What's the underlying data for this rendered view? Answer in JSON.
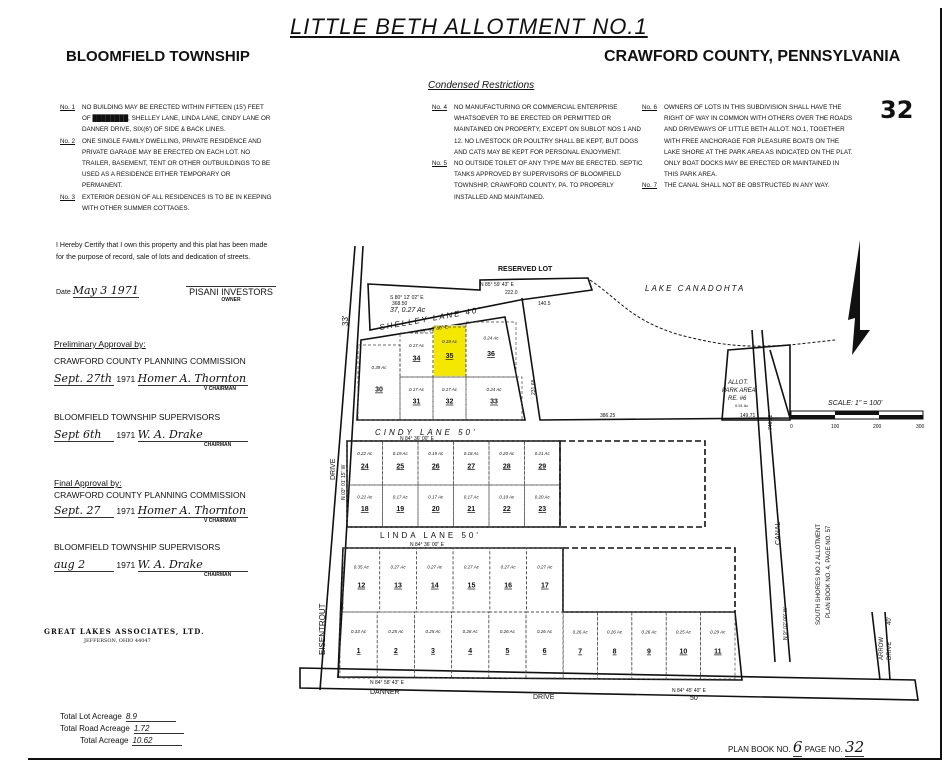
{
  "header": {
    "title": "LITTLE BETH ALLOTMENT NO.1",
    "township": "BLOOMFIELD TOWNSHIP",
    "county": "CRAWFORD COUNTY, PENNSYLVANIA",
    "sheet_number": "32"
  },
  "restrictions": {
    "heading": "Condensed Restrictions",
    "items": [
      {
        "no": "No. 1",
        "text": "NO BUILDING MAY BE ERECTED WITHIN FIFTEEN (15') FEET OF ████████, SHELLEY LANE, LINDA LANE, CINDY LANE OR DANNER DRIVE, SIX(6') OF SIDE & BACK LINES."
      },
      {
        "no": "No. 2",
        "text": "ONE SINGLE FAMILY DWELLING, PRIVATE RESIDENCE AND PRIVATE GARAGE MAY BE ERECTED ON EACH LOT. NO TRAILER, BASEMENT, TENT OR OTHER OUTBUILDINGS TO BE USED AS A RESIDENCE EITHER TEMPORARY OR PERMANENT."
      },
      {
        "no": "No. 3",
        "text": "EXTERIOR DESIGN OF ALL RESIDENCES IS TO BE IN KEEPING WITH OTHER SUMMER COTTAGES."
      },
      {
        "no": "No. 4",
        "text": "NO MANUFACTURING OR COMMERCIAL ENTERPRISE WHATSOEVER TO BE ERECTED OR PERMITTED OR MAINTAINED ON PROPERTY, EXCEPT ON SUBLOT NOS 1 AND 12. NO LIVESTOCK OR POULTRY SHALL BE KEPT, BUT DOGS AND CATS MAY BE KEPT FOR PERSONAL ENJOYMENT."
      },
      {
        "no": "No. 5",
        "text": "NO OUTSIDE TOILET OF ANY TYPE MAY BE ERECTED. SEPTIC TANKS APPROVED BY SUPERVISORS OF BLOOMFIELD TOWNSHIP, CRAWFORD COUNTY, PA. TO PROPERLY INSTALLED AND MAINTAINED."
      },
      {
        "no": "No. 6",
        "text": "OWNERS OF LOTS IN THIS SUBDIVISION SHALL HAVE THE RIGHT OF WAY IN COMMON WITH OTHERS OVER THE ROADS AND DRIVEWAYS OF LITTLE BETH ALLOT. NO.1, TOGETHER WITH FREE ANCHORAGE FOR PLEASURE BOATS ON THE LAKE SHORE AT THE PARK AREA AS INDICATED ON THE PLAT. ONLY BOAT DOCKS MAY BE ERECTED OR MAINTAINED IN THIS PARK AREA."
      },
      {
        "no": "No. 7",
        "text": "THE CANAL SHALL NOT BE OBSTRUCTED IN ANY WAY."
      }
    ]
  },
  "certification": {
    "text1": "I Hereby Certify that I own this property and this plat has been made",
    "text2": "for the purpose of record, sale of lots and dedication of streets.",
    "date_label": "Date",
    "date": "May 3 1971",
    "owner": "PISANI INVESTORS",
    "owner_label": "OWNER"
  },
  "approvals": {
    "preliminary_label": "Preliminary Approval by:",
    "final_label": "Final Approval by:",
    "entries": [
      {
        "body": "CRAWFORD COUNTY PLANNING COMMISSION",
        "date": "Sept. 27th",
        "year": "1971",
        "signature": "Homer A. Thornton",
        "role": "V CHAIRMAN"
      },
      {
        "body": "BLOOMFIELD TOWNSHIP SUPERVISORS",
        "date": "Sept 6th",
        "year": "1971",
        "signature": "W. A. Drake",
        "role": "CHAIRMAN"
      },
      {
        "body": "CRAWFORD COUNTY PLANNING COMMISSION",
        "date": "Sept. 27",
        "year": "1971",
        "signature": "Homer A. Thornton",
        "role": "V CHAIRMAN"
      },
      {
        "body": "BLOOMFIELD TOWNSHIP SUPERVISORS",
        "date": "aug 2",
        "year": "1971",
        "signature": "W. A. Drake",
        "role": "CHAIRMAN"
      }
    ]
  },
  "surveyor": {
    "name": "GREAT LAKES ASSOCIATES, LTD.",
    "address": "JEFFERSON, OHIO 44047"
  },
  "acreage": {
    "lot_label": "Total Lot Acreage",
    "lot": "8.9",
    "road_label": "Total Road Acreage",
    "road": "1.72",
    "total_label": "Total Acreage",
    "total": "10.62"
  },
  "plan_book": {
    "label": "PLAN BOOK NO.",
    "book": "6",
    "page_label": "PAGE NO.",
    "page": "32"
  },
  "scale": {
    "label": "SCALE: 1\" = 100'",
    "ticks": [
      "0",
      "100",
      "200",
      "300"
    ]
  },
  "map": {
    "highlight_color": "#f5e800",
    "highlighted_lot": "35",
    "labels": {
      "reserved_lot": "RESERVED LOT",
      "lake": "LAKE CANADOHTA",
      "shelley": "SHELLEY LANE 40'",
      "shelley_bearing": "N 76° 05' 40\" E",
      "cindy": "CINDY LANE 50'",
      "cindy_bearing": "N 84° 36' 00\" E",
      "linda": "LINDA LANE 50'",
      "linda_bearing": "N 84° 36' 00\" E",
      "danner": "DANNER",
      "drive": "DRIVE",
      "danner_width": "50'",
      "danner_bearing1": "N 84° 58' 43\" E",
      "danner_bearing2": "N 84° 45' 40\" E",
      "eisentrout": "EISENTROUT",
      "eisentrout_drive": "DRIVE",
      "eisentrout_bearing": "N 03° 01' 15\" W",
      "width_33": "33'",
      "canal": "CANAL",
      "canal_length": "746.02",
      "canal_bearing": "N 9° 02' 00\" W",
      "park1": "ALLOT.",
      "park2": "PARK AREA",
      "park3": "RE. #6",
      "park4": "0.51 Ac",
      "park_dim": "149.71",
      "arrow": "ARROW",
      "arrow_drive": "DRIVE",
      "arrow_width": "40'",
      "south_shores1": "SOUTH SHORES NO 2 ALLOTMENT",
      "south_shores2": "PLAN BOOK NO. 4, PAGE NO. 57",
      "reserved_bearing": "N 85° 59' 43\" E",
      "reserved_dim": "222.0",
      "lot37": "37, 0.27 Ac",
      "lot37_bearing": "S 80° 12' 02\" E",
      "lot37_dim": "368.50",
      "dim_140": "140.5",
      "dim_386": "386.25",
      "dim_231": "231.68"
    },
    "lots": [
      {
        "no": "30",
        "area": "0.39 Ac"
      },
      {
        "no": "34",
        "area": "0.17 Ac"
      },
      {
        "no": "35",
        "area": "0.19 Ac"
      },
      {
        "no": "36",
        "area": "0.24 Ac"
      },
      {
        "no": "31",
        "area": "0.17 Ac"
      },
      {
        "no": "32",
        "area": "0.17 Ac"
      },
      {
        "no": "33",
        "area": "0.24 Ac"
      },
      {
        "no": "24",
        "area": "0.22 Ac"
      },
      {
        "no": "25",
        "area": "0.19 Ac"
      },
      {
        "no": "26",
        "area": "0.19 Ac"
      },
      {
        "no": "27",
        "area": "0.18 Ac"
      },
      {
        "no": "28",
        "area": "0.20 Ac"
      },
      {
        "no": "29",
        "area": "0.21 Ac"
      },
      {
        "no": "18",
        "area": "0.22 Ac"
      },
      {
        "no": "19",
        "area": "0.17 Ac"
      },
      {
        "no": "20",
        "area": "0.17 Ac"
      },
      {
        "no": "21",
        "area": "0.17 Ac"
      },
      {
        "no": "22",
        "area": "0.19 Ac"
      },
      {
        "no": "23",
        "area": "0.20 Ac"
      },
      {
        "no": "12",
        "area": "0.35 Ac"
      },
      {
        "no": "13",
        "area": "0.27 Ac"
      },
      {
        "no": "14",
        "area": "0.27 Ac"
      },
      {
        "no": "15",
        "area": "0.27 Ac"
      },
      {
        "no": "16",
        "area": "0.27 Ac"
      },
      {
        "no": "17",
        "area": "0.27 Ac"
      },
      {
        "no": "1",
        "area": "0.33 Ac"
      },
      {
        "no": "2",
        "area": "0.25 Ac"
      },
      {
        "no": "3",
        "area": "0.25 Ac"
      },
      {
        "no": "4",
        "area": "0.26 Ac"
      },
      {
        "no": "5",
        "area": "0.26 Ac"
      },
      {
        "no": "6",
        "area": "0.26 Ac"
      },
      {
        "no": "7",
        "area": "0.26 Ac"
      },
      {
        "no": "8",
        "area": "0.26 Ac"
      },
      {
        "no": "9",
        "area": "0.26 Ac"
      },
      {
        "no": "10",
        "area": "0.25 Ac"
      },
      {
        "no": "11",
        "area": "0.29 Ac"
      }
    ]
  }
}
